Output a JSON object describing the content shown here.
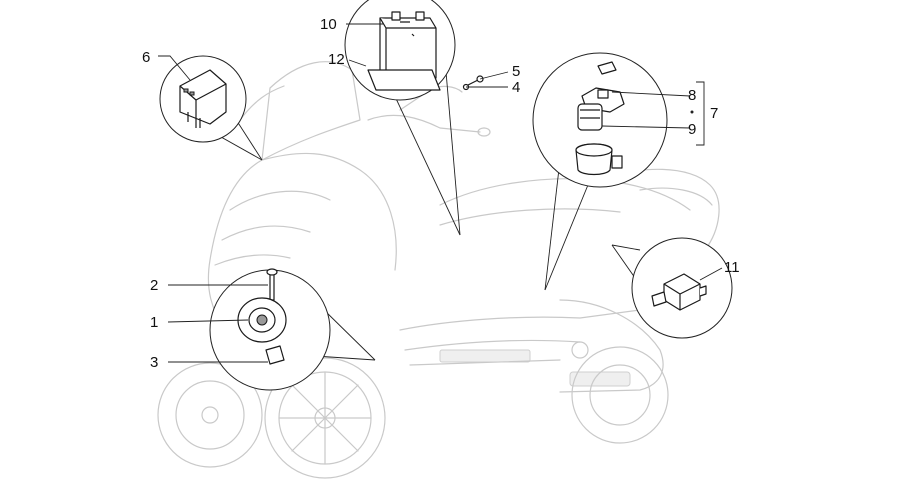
{
  "callouts": {
    "c1": "1",
    "c2": "2",
    "c3": "3",
    "c4": "4",
    "c5": "5",
    "c6": "6",
    "c7": "7",
    "c8": "8",
    "c9": "9",
    "c10": "10",
    "c11": "11",
    "c12": "12"
  },
  "colors": {
    "line": "#222222",
    "scooter_outline": "#c9c9c9"
  },
  "icons": {
    "scooter": "scooter-outline-icon",
    "relay": "relay-icon",
    "battery": "battery-icon",
    "horn": "horn-icon",
    "starter_relay": "starter-relay-icon",
    "sensor": "sensor-icon"
  }
}
